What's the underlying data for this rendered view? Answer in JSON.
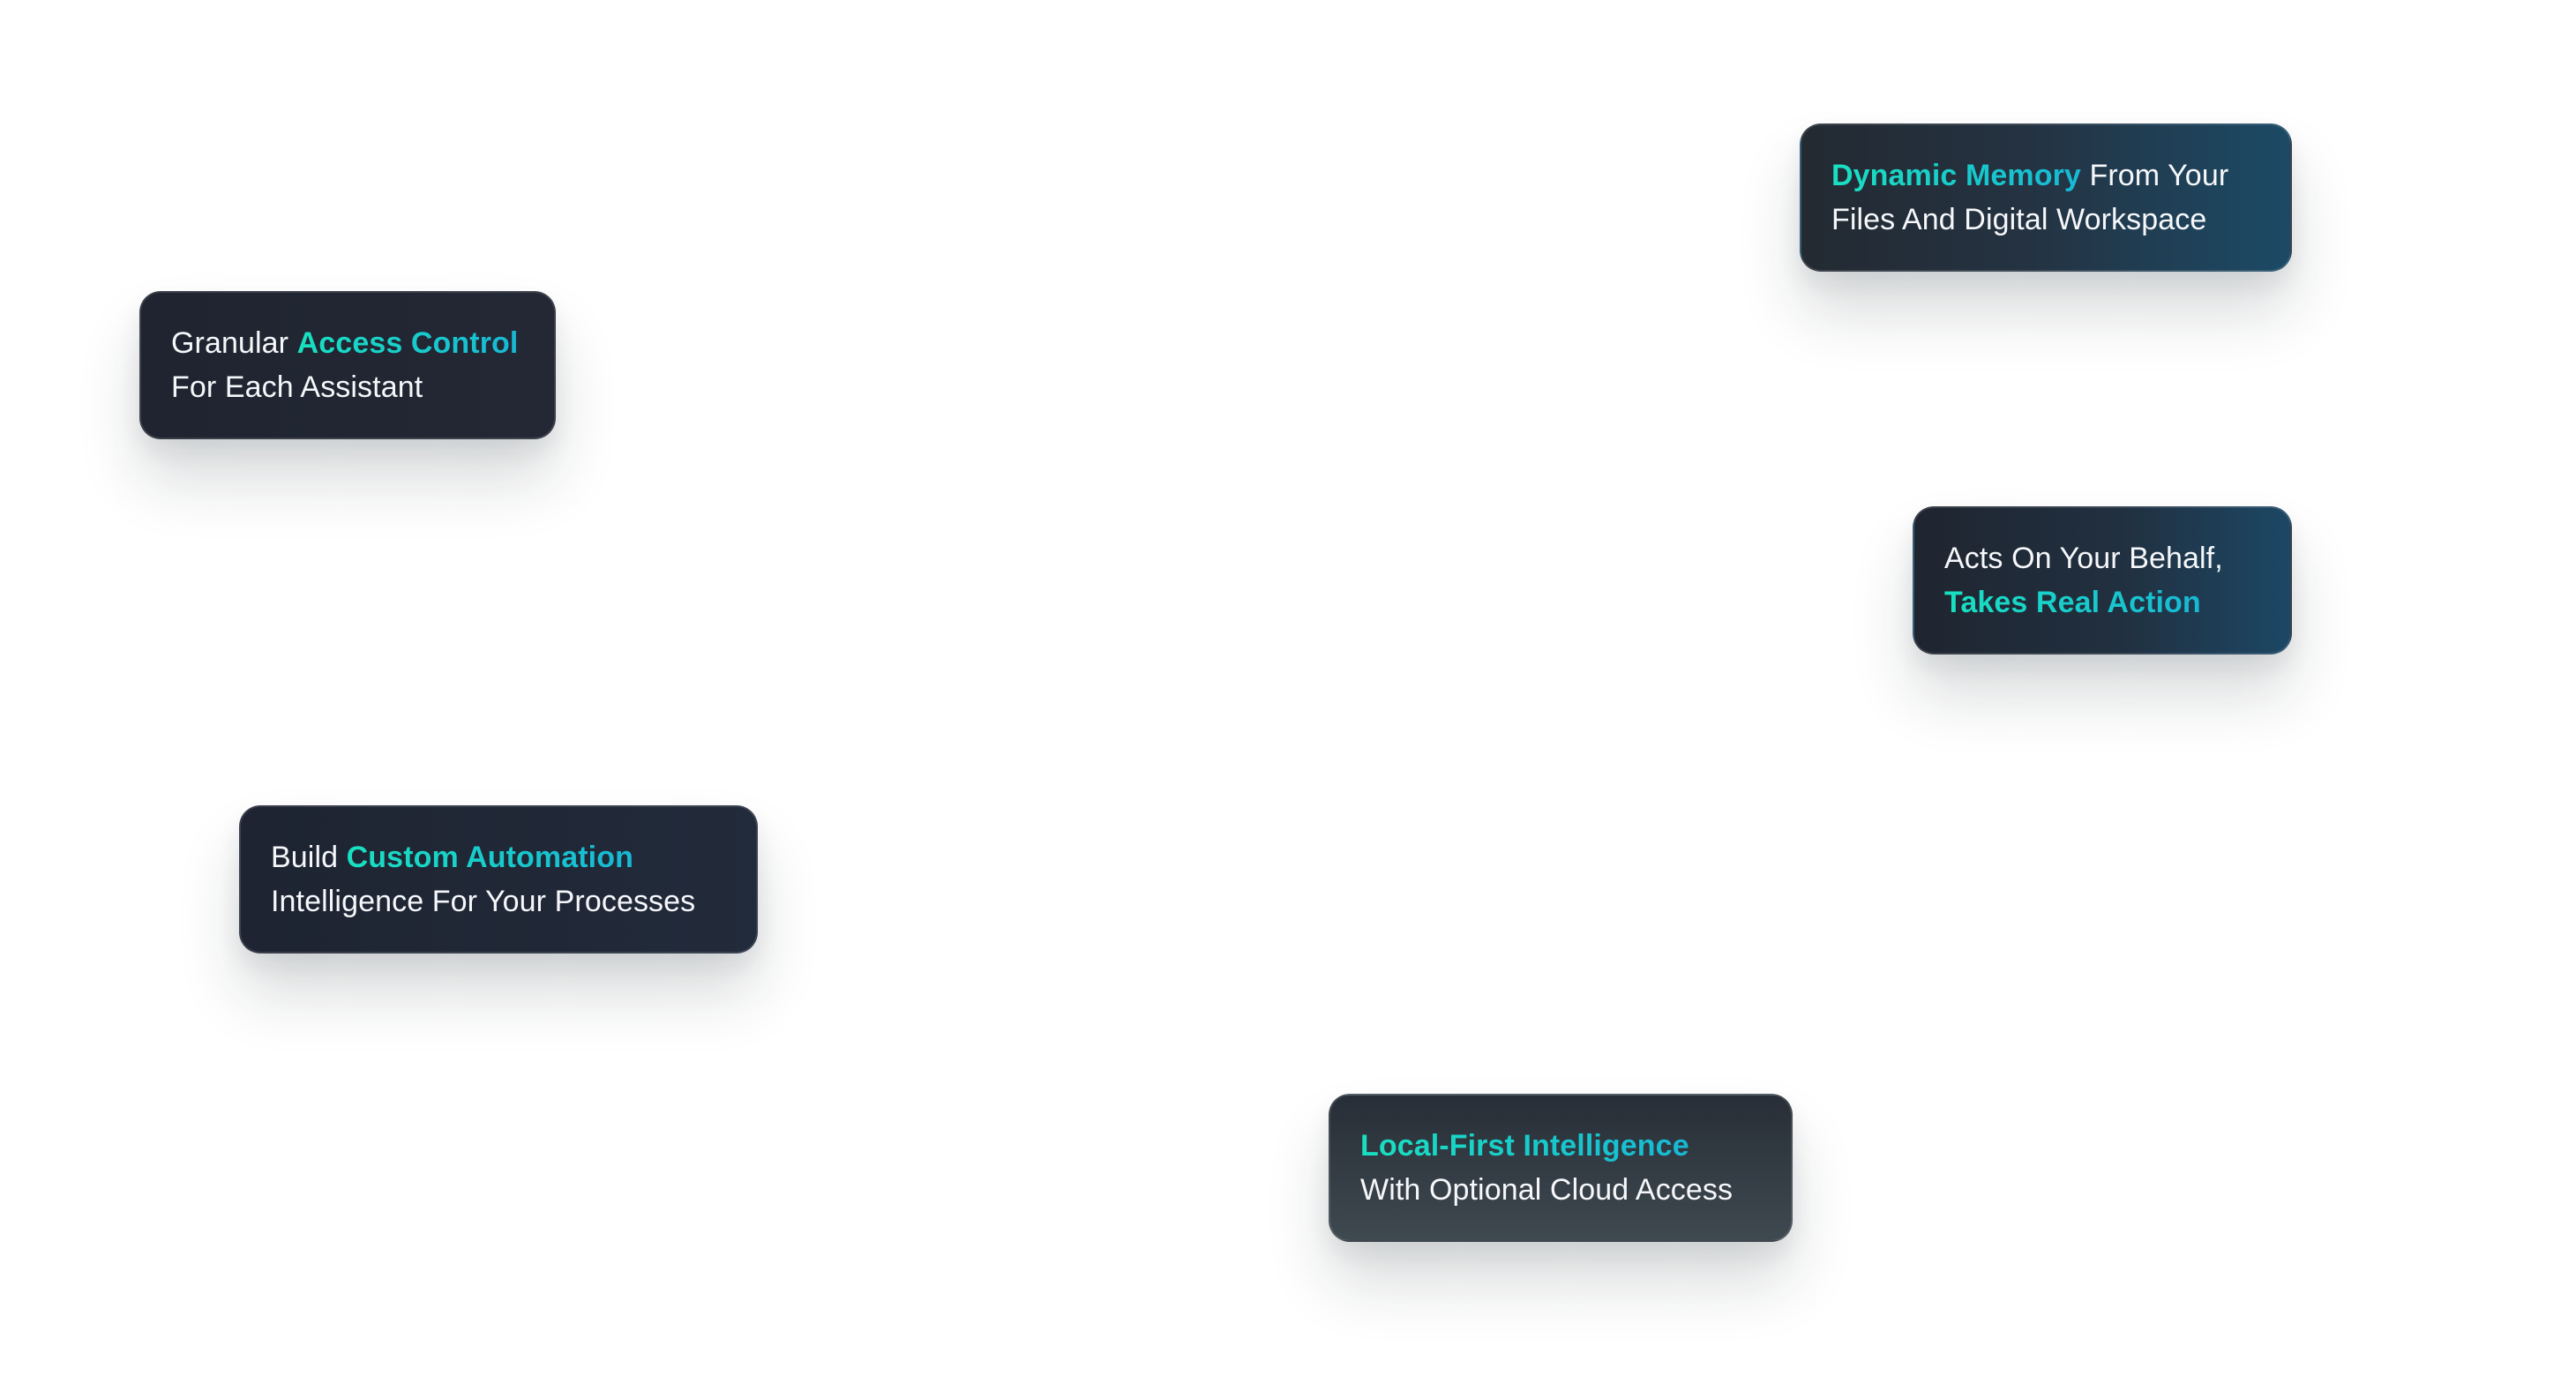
{
  "cards": [
    {
      "id": "access-control",
      "line1_prefix": "Granular ",
      "line1_highlight": "Access Control",
      "line2": "For Each Assistant"
    },
    {
      "id": "dynamic-memory",
      "line1_highlight": "Dynamic Memory",
      "line1_suffix": " From Your",
      "line2": "Files And Digital Workspace"
    },
    {
      "id": "acts-on-behalf",
      "line1": "Acts On Your Behalf,",
      "line2_highlight": "Takes Real Action"
    },
    {
      "id": "custom-automation",
      "line1_prefix": "Build ",
      "line1_highlight": "Custom Automation",
      "line2": "Intelligence For Your Processes"
    },
    {
      "id": "local-first",
      "line1_highlight": "Local-First Intelligence",
      "line2": "With Optional Cloud Access"
    }
  ],
  "colors": {
    "highlight_start": "#19e0c1",
    "highlight_end": "#18b8d4",
    "card_text": "#f5f7fa",
    "card_dark": "#1f2430",
    "card_blue_accent": "#1c4a66",
    "background": "#ffffff"
  }
}
